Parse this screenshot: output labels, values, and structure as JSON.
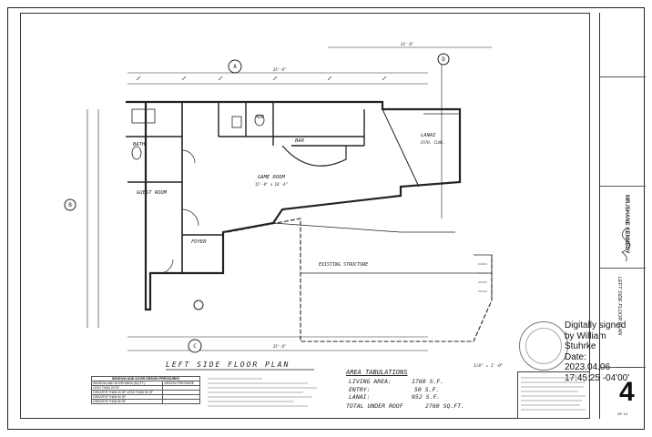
{
  "plan": {
    "title": "LEFT SIDE FLOOR PLAN",
    "scale": "1/8\" = 1'-0\"",
    "rooms": {
      "bath": "BATH",
      "guest_room": "GUEST ROOM",
      "game_room": "GAME ROOM",
      "lanai": "LANAI",
      "pdr": "PDR",
      "bar": "BAR",
      "foyer": "FOYER",
      "existing_structure": "EXISTING STRUCTURE"
    },
    "elev_markers": [
      "A",
      "B",
      "C",
      "D"
    ],
    "dims": {
      "top": "25'-6\"",
      "right_top": "23'-6\"",
      "bottom": "25'-6\"",
      "game": "15'-0\" x 16'-6\"",
      "lanai_sub": "CATH. CLNG."
    }
  },
  "area": {
    "heading": "AREA TABULATIONS",
    "living_label": "LIVING AREA:",
    "living": "1760 S.F.",
    "entry_label": "ENTRY:",
    "entry": "50 S.F.",
    "lanai_label": "LANAI:",
    "lanai": "952 S.F.",
    "total_label": "TOTAL UNDER ROOF",
    "total": "2760 SQ.FT."
  },
  "legend": {
    "heading": "WINDOW AND DOOR DESIGN PRESSURES",
    "col1": "WINDOW AND DOOR AREA (SQ.FT.)",
    "col2": "DESIGN PRESSURE",
    "rows": [
      "LESS THAN 20 SF",
      "GREATER THAN 20 SF LESS THAN 50 SF",
      "GREATER THAN 50 SF",
      "GREATER THAN 80 SF"
    ]
  },
  "signature": {
    "line1": "Digitally signed",
    "line2": "by William",
    "line3": "Stuhrke",
    "line4": "Date:",
    "line5": "2023.04.06",
    "line6": "17:45:25 -04'00'"
  },
  "title_block": {
    "project": "MR./SHANE KENNEDY",
    "sheet_title": "LEFT SIDE FLOOR PLAN",
    "sheet_number": "4",
    "sheet_of": "OF 13"
  }
}
